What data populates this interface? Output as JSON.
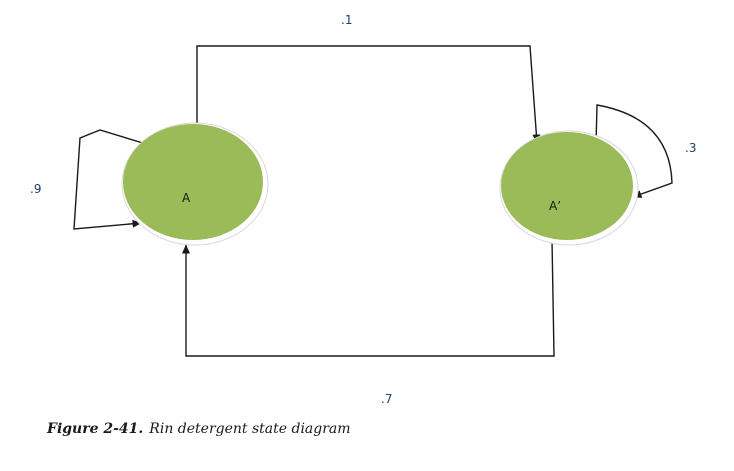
{
  "diagram": {
    "states": [
      {
        "label": "A"
      },
      {
        "label": "A’"
      }
    ],
    "transitions": {
      "a_to_a": ".9",
      "a_to_aprime": ".1",
      "aprime_to_aprime": ".3",
      "aprime_to_a": ".7"
    },
    "colors": {
      "state_fill": "#9bbb59",
      "arrows": "#1a1a1a",
      "probability_labels": "#1f3f66"
    }
  },
  "caption": {
    "figure_number": "Figure 2-41.",
    "text": "Rin detergent state diagram"
  }
}
